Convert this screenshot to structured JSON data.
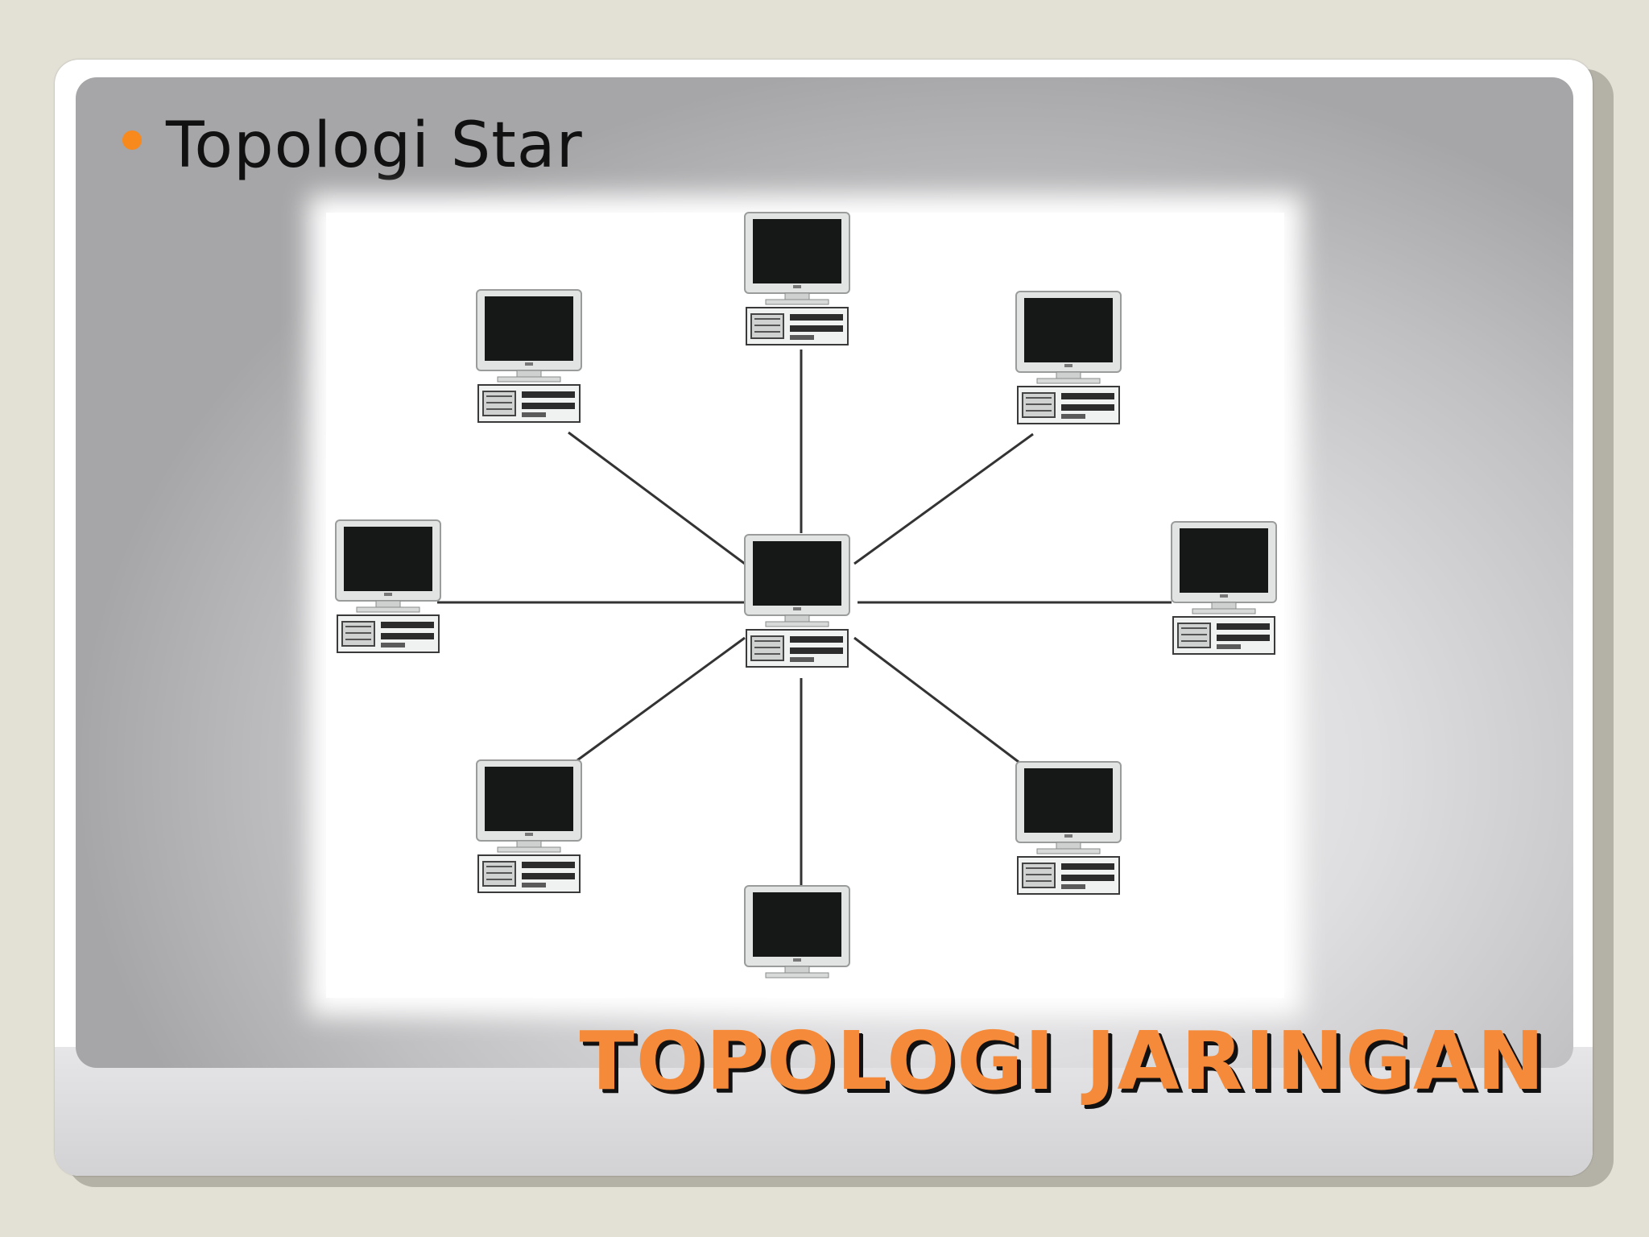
{
  "slide": {
    "bullet": "Topologi Star",
    "title": "TOPOLOGI JARINGAN"
  },
  "colors": {
    "accent": "#f7891d",
    "title_fill": "#f58a3a",
    "title_shadow": "#111111",
    "link": "#333333",
    "screen": "#161818",
    "bezel": "#e2e4e4"
  },
  "diagram": {
    "topology": "star",
    "hub": {
      "name": "hub-computer"
    },
    "nodes": [
      {
        "name": "computer-top",
        "position": "top"
      },
      {
        "name": "computer-top-left",
        "position": "top-left"
      },
      {
        "name": "computer-top-right",
        "position": "top-right"
      },
      {
        "name": "computer-left",
        "position": "left"
      },
      {
        "name": "computer-right",
        "position": "right"
      },
      {
        "name": "computer-bottom-left",
        "position": "bottom-left"
      },
      {
        "name": "computer-bottom-right",
        "position": "bottom-right"
      },
      {
        "name": "computer-bottom",
        "position": "bottom",
        "partial": true
      }
    ]
  }
}
